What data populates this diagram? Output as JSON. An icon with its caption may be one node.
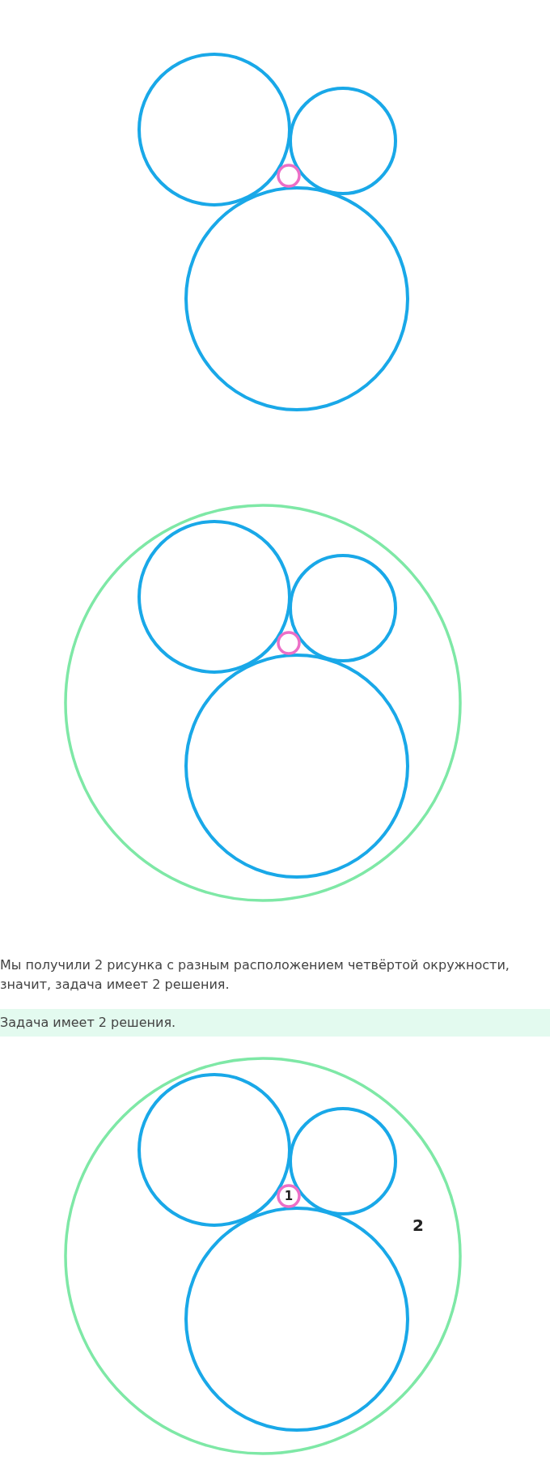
{
  "diagram": {
    "nodes": [
      {
        "text": [
          "2"
        ]
      },
      {
        "text": [
          "1"
        ],
        "in": 0
      }
    ],
    "labels": [
      "Мы получили 2 рисунка с разным расположением четвёртой окружности, значит, задача имеет 2 решения.",
      "Задача имеет 2 решения."
    ]
  }
}
